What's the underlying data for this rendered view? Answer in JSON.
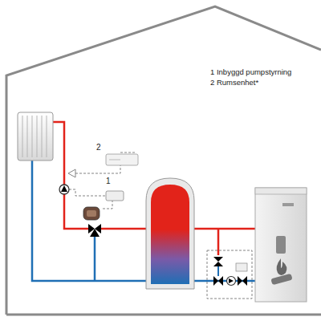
{
  "diagram": {
    "labels": [
      "1 Inbyggd pumpstyrning",
      "2 Rumsenhet*",
      "2",
      "1"
    ]
  }
}
